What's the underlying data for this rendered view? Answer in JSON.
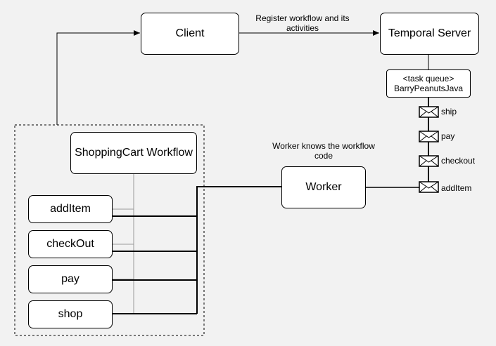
{
  "nodes": {
    "client": "Client",
    "temporal_server": "Temporal Server",
    "task_queue_line1": "<task queue>",
    "task_queue_line2": "BarryPeanutsJava",
    "workflow": "ShoppingCart Workflow",
    "worker": "Worker",
    "activities": [
      "addItem",
      "checkOut",
      "pay",
      "shop"
    ]
  },
  "edges": {
    "register_line1": "Register workflow and its",
    "register_line2": "activities",
    "worker_note_line1": "Worker knows the workflow",
    "worker_note_line2": "code"
  },
  "queue_messages": [
    "ship",
    "pay",
    "checkout",
    "addItem"
  ]
}
